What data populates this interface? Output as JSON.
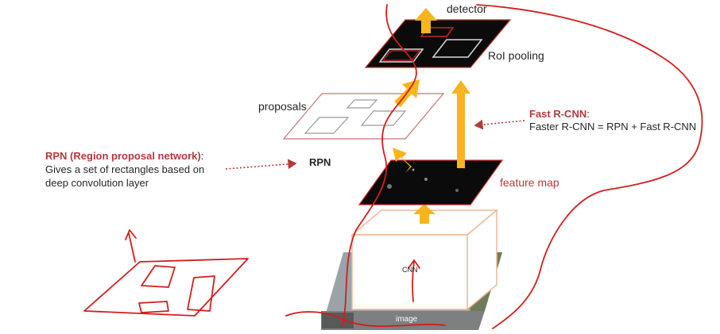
{
  "labels": {
    "detector": "detector",
    "roi_pooling": "RoI pooling",
    "proposals": "proposals",
    "rpn": "RPN",
    "fast_rcnn_title": "Fast R-CNN",
    "fast_rcnn_title_suffix": ":",
    "fast_rcnn_formula": "Faster R-CNN = RPN + Fast R-CNN",
    "rpn_title": "RPN (Region proposal network)",
    "rpn_title_suffix": ":",
    "rpn_desc_line1": "Gives a set of rectangles based on",
    "rpn_desc_line2": "deep convolution layer",
    "feature_map": "feature map",
    "cnn": "CNN",
    "image": "image"
  },
  "colors": {
    "arrow": "#f7b51d",
    "annotation_red": "#b23a3a",
    "ink_red": "#d21e1e",
    "map_fill": "#0b0b0b",
    "box_outline": "#f0b894"
  }
}
